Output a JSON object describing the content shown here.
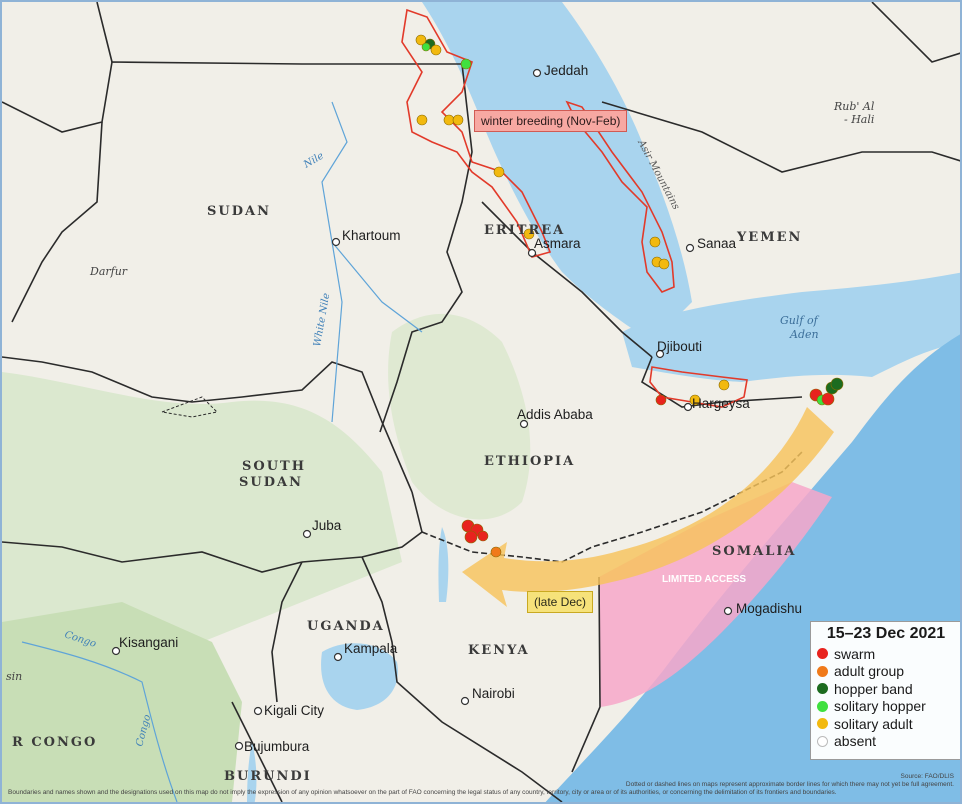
{
  "colors": {
    "swarm": "#e8231e",
    "adult_group": "#f07a1a",
    "hopper_band": "#1c6b1f",
    "solitary_hopper": "#3fe03f",
    "solitary_adult": "#f2b90f",
    "absent": "#ffffff",
    "limited_access": "#f7a7c9",
    "breeding_outline": "#e23a2a",
    "migration_arrow": "#f7c35c",
    "sea": "#a9d4ee",
    "land": "#f1efe8"
  },
  "countries": {
    "sudan": "SUDAN",
    "south_sudan_1": "SOUTH",
    "south_sudan_2": "SUDAN",
    "eritrea": "ERITREA",
    "ethiopia": "ETHIOPIA",
    "somalia": "SOMALIA",
    "yemen": "YEMEN",
    "uganda": "UGANDA",
    "kenya": "KENYA",
    "burundi": "BURUNDI",
    "dr_congo": "R CONGO"
  },
  "cities": {
    "jeddah": "Jeddah",
    "khartoum": "Khartoum",
    "asmara": "Asmara",
    "sanaa": "Sanaa",
    "djibouti": "Djibouti",
    "hargeysa": "Hargeysa",
    "addis_ababa": "Addis Ababa",
    "juba": "Juba",
    "mogadishu": "Mogadishu",
    "kisangani": "Kisangani",
    "kampala": "Kampala",
    "nairobi": "Nairobi",
    "kigali": "Kigali City",
    "bujumbura": "Bujumbura"
  },
  "regions": {
    "rub_al_hali_1": "Rub' Al",
    "rub_al_hali_2": "- Hali",
    "darfur": "Darfur",
    "gulf_of_aden_1": "Gulf of",
    "gulf_of_aden_2": "Aden",
    "asir_mountains": "Asir Mountains",
    "nile": "Nile",
    "white_nile": "White Nile",
    "congo_river_1": "Congo",
    "congo_river_2": "Congo",
    "sin": "sin",
    "limited_access": "LIMITED ACCESS"
  },
  "callouts": {
    "winter_breeding": "winter breeding (Nov-Feb)",
    "late_dec": "(late Dec)"
  },
  "legend": {
    "title": "15–23 Dec 2021",
    "items": [
      {
        "label": "swarm",
        "color": "#e8231e"
      },
      {
        "label": "adult group",
        "color": "#f07a1a"
      },
      {
        "label": "hopper band",
        "color": "#1c6b1f"
      },
      {
        "label": "solitary hopper",
        "color": "#3fe03f"
      },
      {
        "label": "solitary adult",
        "color": "#f2b90f"
      },
      {
        "label": "absent",
        "color": "#ffffff"
      }
    ]
  },
  "credits": {
    "source": "Source: FAO/DLIS",
    "line2": "Dotted or dashed lines on maps represent approximate border lines for which there may not yet be full agreement.",
    "line3": "Boundaries and names shown and the designations used on this map do not imply the expression of any opinion whatsoever on the part of FAO concerning the legal status of any country, territory, city or area or of its authorities, or concerning the delimitation of its frontiers and boundaries."
  }
}
